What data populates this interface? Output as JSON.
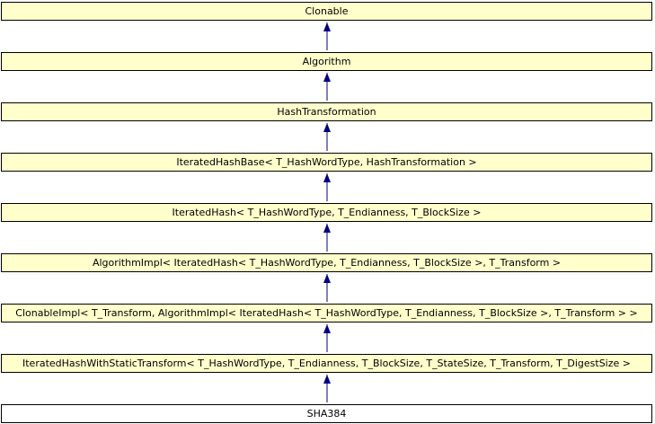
{
  "diagram": {
    "nodes": [
      {
        "id": "clonable",
        "label": "Clonable",
        "link": true
      },
      {
        "id": "algorithm",
        "label": "Algorithm",
        "link": true
      },
      {
        "id": "hash-transformation",
        "label": "HashTransformation",
        "link": true
      },
      {
        "id": "iterated-hash-base",
        "label": "IteratedHashBase< T_HashWordType, HashTransformation >",
        "link": true
      },
      {
        "id": "iterated-hash",
        "label": "IteratedHash< T_HashWordType, T_Endianness, T_BlockSize >",
        "link": true
      },
      {
        "id": "algorithm-impl",
        "label": "AlgorithmImpl< IteratedHash< T_HashWordType, T_Endianness, T_BlockSize >, T_Transform >",
        "link": true
      },
      {
        "id": "clonable-impl",
        "label": "ClonableImpl< T_Transform, AlgorithmImpl< IteratedHash< T_HashWordType, T_Endianness, T_BlockSize >, T_Transform > >",
        "link": true
      },
      {
        "id": "iterated-hash-with-static-transform",
        "label": "IteratedHashWithStaticTransform< T_HashWordType, T_Endianness, T_BlockSize, T_StateSize, T_Transform, T_DigestSize >",
        "link": true
      },
      {
        "id": "sha384",
        "label": "SHA384",
        "link": false
      }
    ],
    "colors": {
      "node_fill": "#ffffcc",
      "current_node_fill": "#ffffff",
      "node_border": "#000000",
      "edge": "#000080"
    }
  }
}
